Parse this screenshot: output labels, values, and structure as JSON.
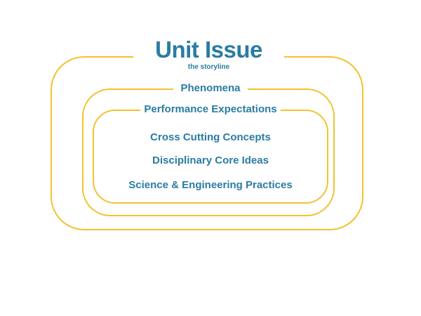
{
  "title": "Unit Issue",
  "subtitle": "the storyline",
  "layers": {
    "outer": "Phenomena",
    "middle": "Performance Expectations"
  },
  "practices": [
    "Cross Cutting Concepts",
    "Disciplinary Core Ideas",
    "Science & Engineering Practices"
  ],
  "colors": {
    "frame": "#f2c22e",
    "text": "#2a7ca2",
    "background": "#ffffff"
  }
}
